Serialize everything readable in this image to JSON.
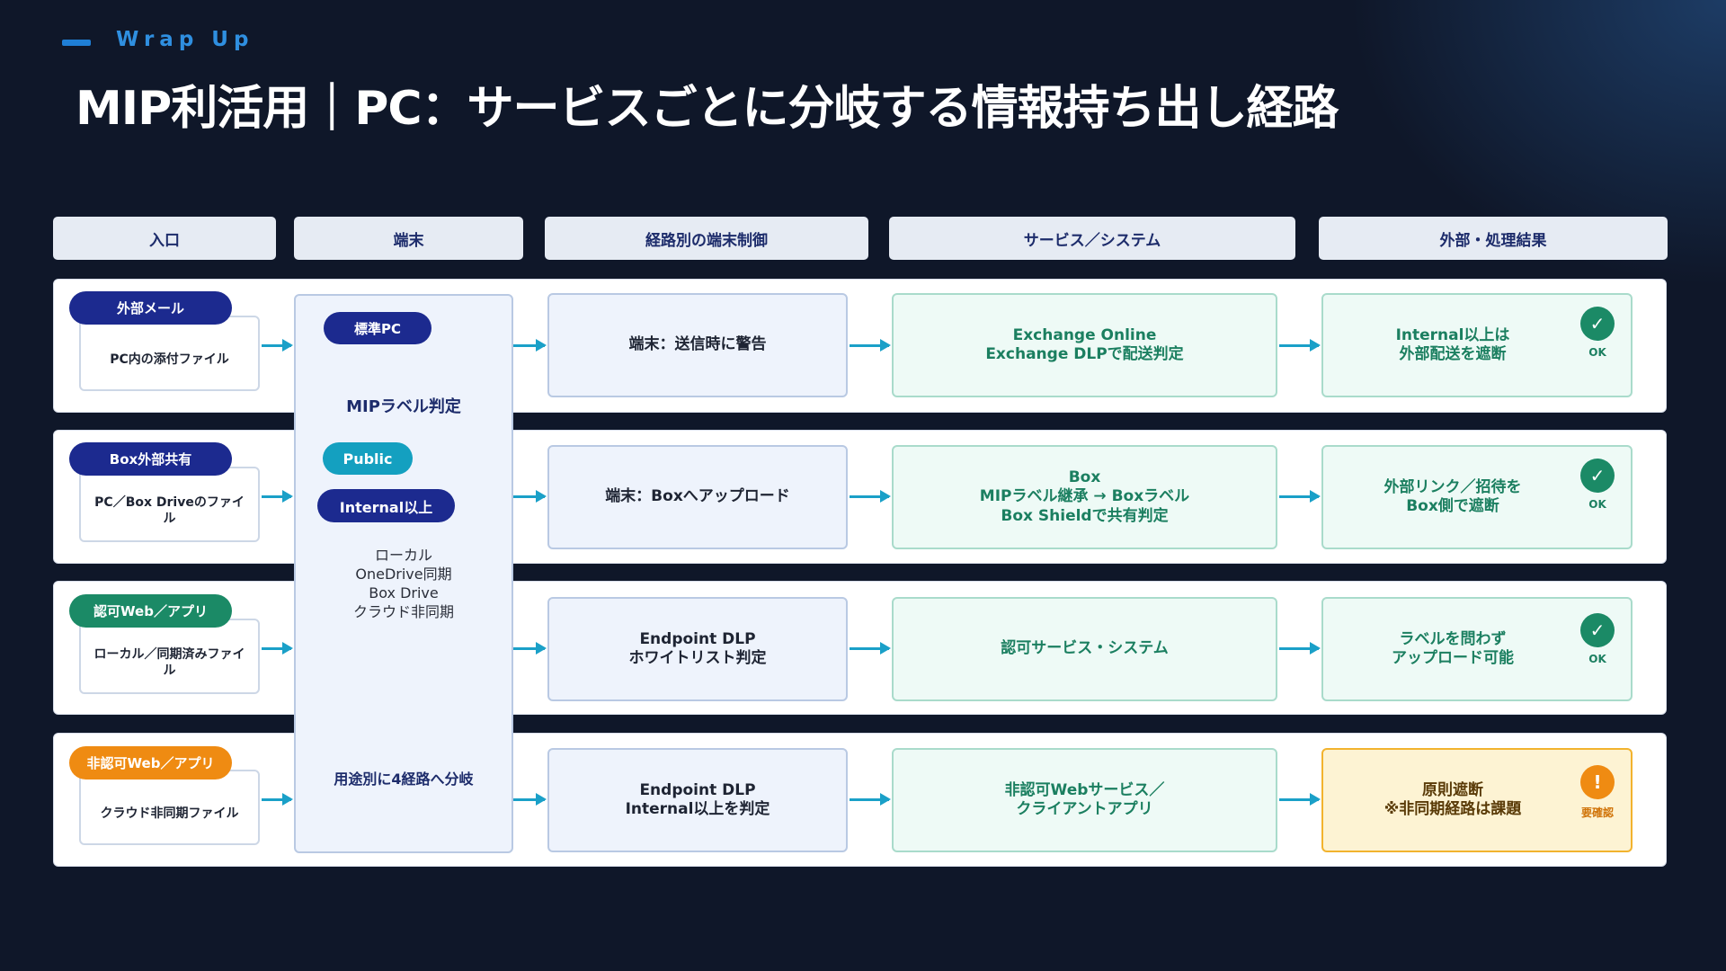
{
  "header": {
    "kicker": "Wrap Up",
    "title": "MIP利活用｜PC：サービスごとに分岐する情報持ち出し経路"
  },
  "columns": [
    "入口",
    "端末",
    "経路別の端末制御",
    "サービス／システム",
    "外部・処理結果"
  ],
  "terminal": {
    "pill": "標準PC",
    "heading": "MIPラベル判定",
    "label_public": "Public",
    "label_internal": "Internal以上",
    "paths": [
      "ローカル",
      "OneDrive同期",
      "Box Drive",
      "クラウド非同期"
    ],
    "footer": "用途別に4経路へ分岐"
  },
  "rows": [
    {
      "tag": "外部メール",
      "entry": "PC内の添付ファイル",
      "control": [
        "端末：送信時に警告"
      ],
      "service": [
        "Exchange Online",
        "Exchange DLPで配送判定"
      ],
      "result": [
        "Internal以上は",
        "外部配送を遮断"
      ],
      "status": "OK"
    },
    {
      "tag": "Box外部共有",
      "entry": "PC／Box Driveのファイル",
      "control": [
        "端末：Boxへアップロード"
      ],
      "service": [
        "Box",
        "MIPラベル継承 → Boxラベル",
        "Box Shieldで共有判定"
      ],
      "result": [
        "外部リンク／招待を",
        "Box側で遮断"
      ],
      "status": "OK"
    },
    {
      "tag": "認可Web／アプリ",
      "entry": "ローカル／同期済みファイル",
      "control": [
        "Endpoint DLP",
        "ホワイトリスト判定"
      ],
      "service": [
        "認可サービス・システム"
      ],
      "result": [
        "ラベルを問わず",
        "アップロード可能"
      ],
      "status": "OK"
    },
    {
      "tag": "非認可Web／アプリ",
      "entry": "クラウド非同期ファイル",
      "control": [
        "Endpoint DLP",
        "Internal以上を判定"
      ],
      "service": [
        "非認可Webサービス／",
        "クライアントアプリ"
      ],
      "result": [
        "原則遮断",
        "※非同期経路は課題"
      ],
      "status": "要確認"
    }
  ],
  "colors": {
    "background": "#0f1729",
    "accent": "#1f7fd6",
    "navy_tag": "#1c2a8f",
    "green_tag": "#1b8a66",
    "orange_tag": "#ef8b12",
    "teal_pill": "#14a0c0",
    "arrow": "#1aa0c8"
  },
  "icons": {
    "ok": "check-circle-icon",
    "warning": "exclamation-circle-icon"
  }
}
